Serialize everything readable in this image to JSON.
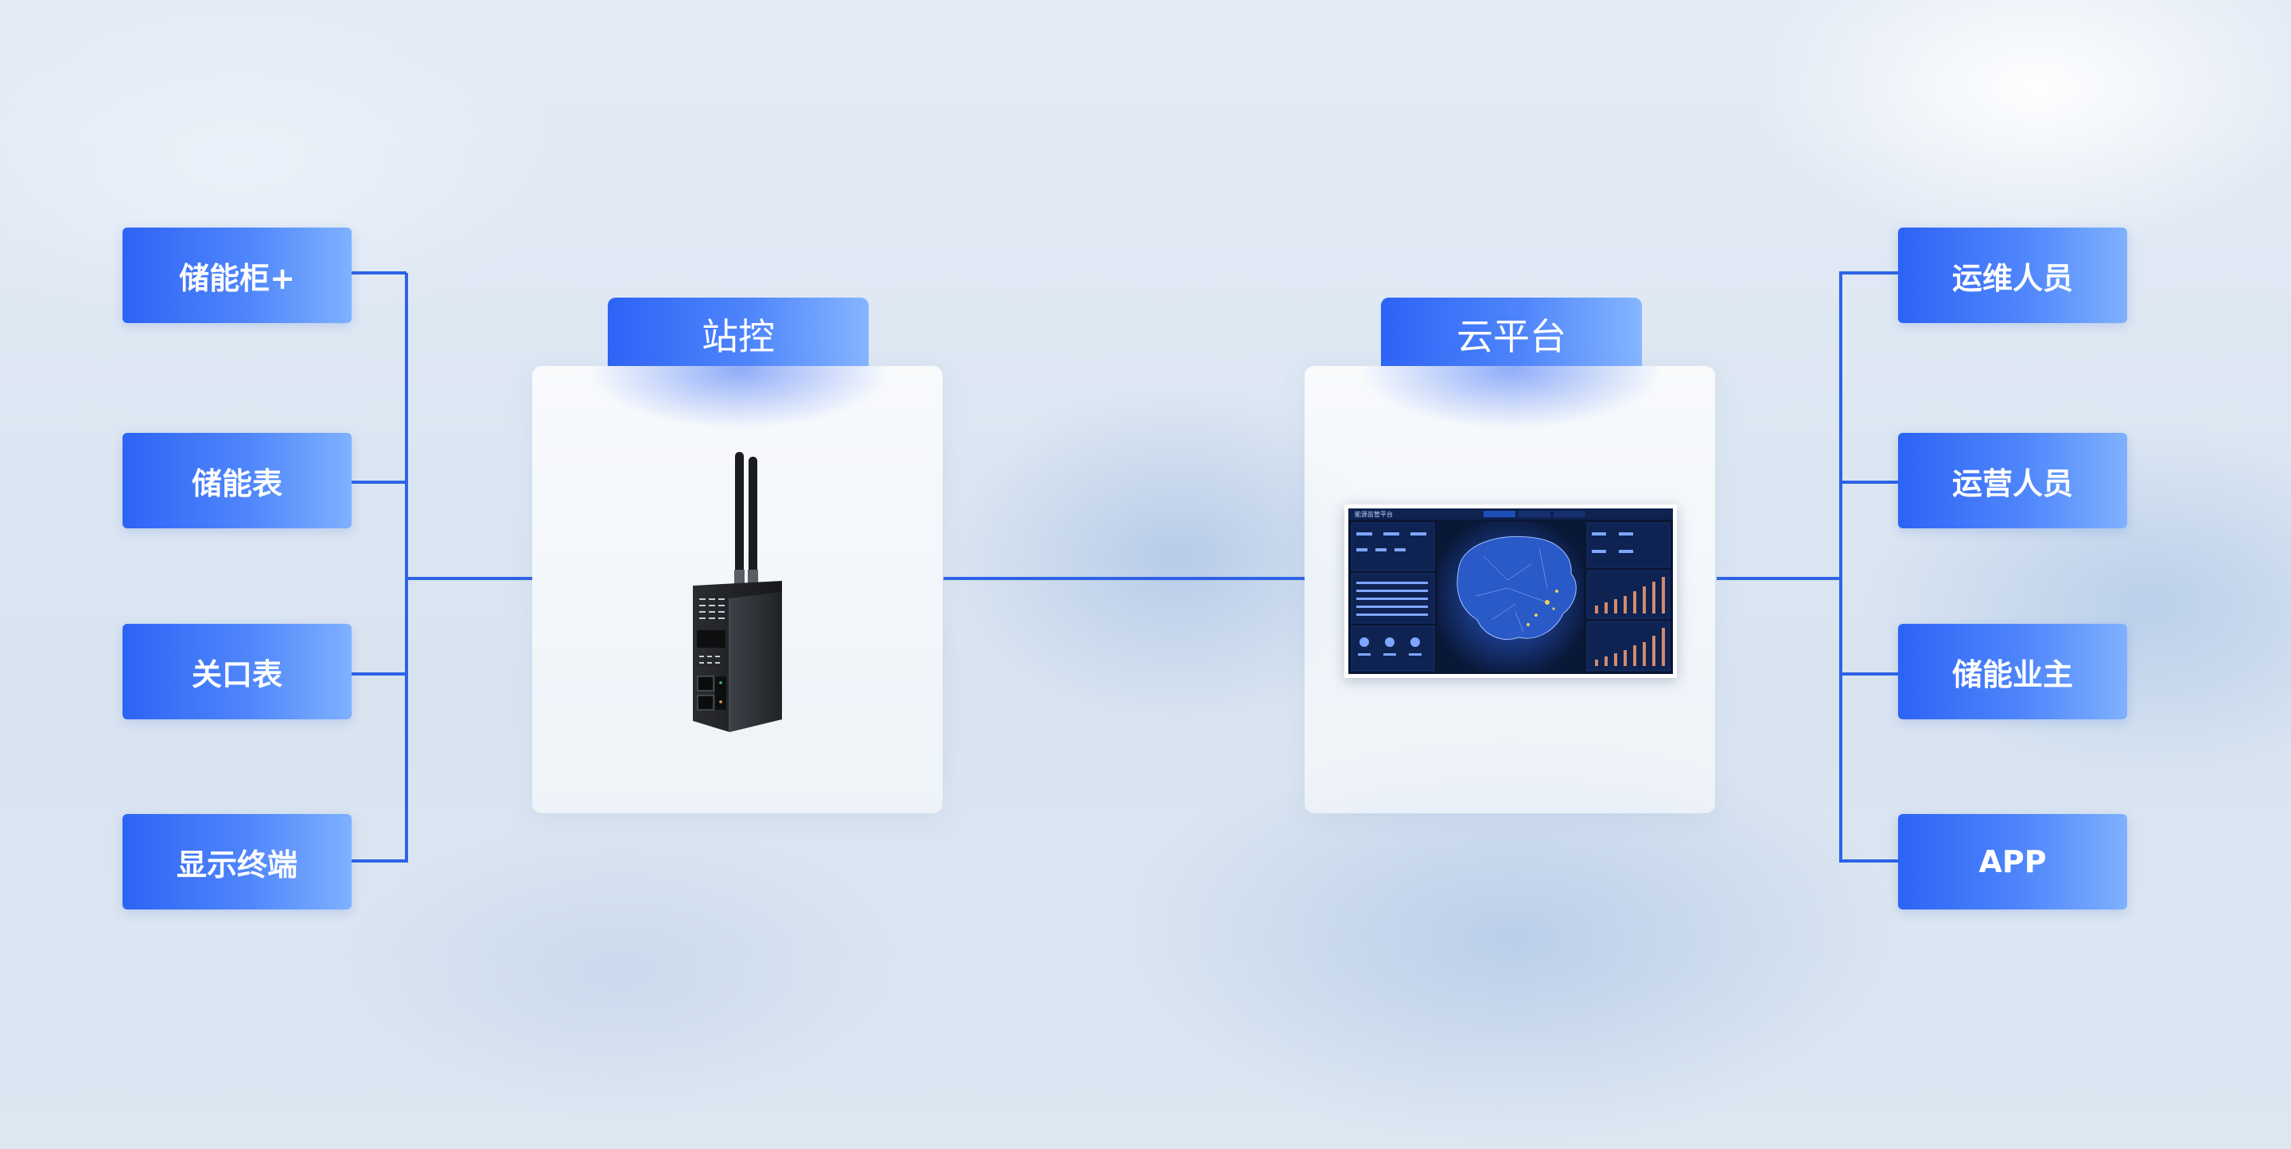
{
  "left_nodes": [
    "储能柜+",
    "储能表",
    "关口表",
    "显示终端"
  ],
  "right_nodes": [
    "运维人员",
    "运营人员",
    "储能业主",
    "APP"
  ],
  "station": {
    "title": "站控"
  },
  "cloud": {
    "title": "云平台",
    "dashboard_title": "能源监管平台"
  },
  "colors": {
    "accent": "#2e63e6",
    "node_start": "#2d63f6",
    "node_end": "#7fb1ff"
  }
}
